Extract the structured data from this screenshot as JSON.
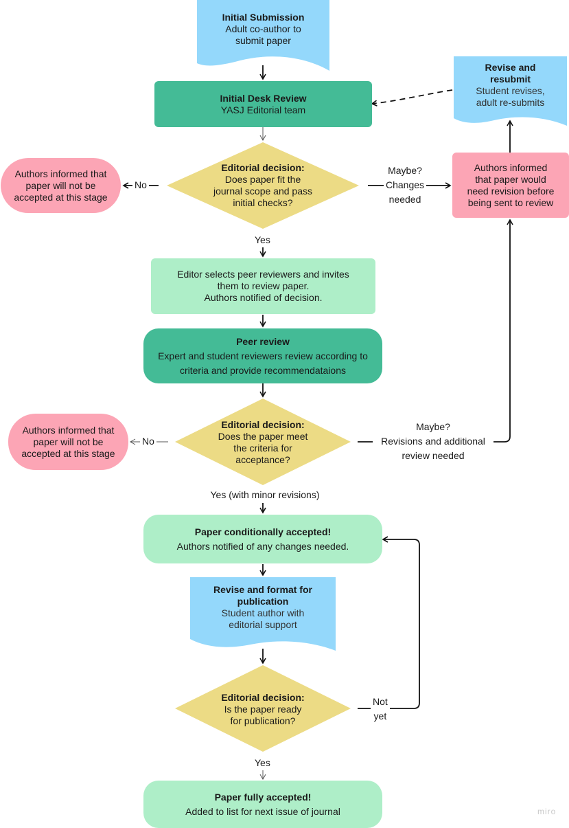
{
  "nodes": {
    "initial_submission": {
      "title": "Initial Submission",
      "lines": [
        "Adult co-author to",
        "submit paper"
      ]
    },
    "initial_desk_review": {
      "title": "Initial Desk Review",
      "subtitle": "YASJ Editorial team"
    },
    "revise_resubmit": {
      "title_lines": [
        "Revise and",
        "resubmit"
      ],
      "lines": [
        "Student revises,",
        "adult re-submits"
      ]
    },
    "decision1": {
      "title": "Editorial decision:",
      "lines": [
        "Does paper fit the",
        "journal scope and pass",
        "initial checks?"
      ]
    },
    "rejected1": {
      "lines": [
        "Authors informed that",
        "paper will not be",
        "accepted at this stage"
      ]
    },
    "revision_needed": {
      "lines": [
        "Authors informed",
        "that paper would",
        "need revision before",
        "being sent to review"
      ]
    },
    "select_reviewers": {
      "lines": [
        "Editor selects peer reviewers and invites",
        "them to review paper.",
        "Authors notified of decision."
      ]
    },
    "peer_review": {
      "title": "Peer review",
      "lines": [
        "Expert and student reviewers review according to",
        "criteria and provide recommendataions"
      ]
    },
    "decision2": {
      "title": "Editorial decision:",
      "lines": [
        "Does the paper meet",
        "the criteria for",
        "acceptance?"
      ]
    },
    "rejected2": {
      "lines": [
        "Authors informed that",
        "paper will not be",
        "accepted at this stage"
      ]
    },
    "conditional": {
      "title": "Paper conditionally accepted!",
      "subtitle": "Authors notified of any changes needed."
    },
    "format": {
      "title_lines": [
        "Revise and format for",
        "publication"
      ],
      "lines": [
        "Student author with",
        "editorial support"
      ]
    },
    "decision3": {
      "title": "Editorial decision:",
      "lines": [
        "Is the paper ready",
        "for publication?"
      ]
    },
    "accepted": {
      "title": "Paper fully accepted!",
      "subtitle": "Added to list for next issue of journal"
    }
  },
  "labels": {
    "no1": "No",
    "maybe1": [
      "Maybe?",
      "Changes",
      "needed"
    ],
    "yes1": "Yes",
    "no2": "No",
    "maybe2": [
      "Maybe?",
      "Revisions and additional",
      "review needed"
    ],
    "yes2": "Yes (with minor revisions)",
    "notyet": [
      "Not",
      "yet"
    ],
    "yes3": "Yes"
  },
  "brand": "miro",
  "colors": {
    "blue": "#94d8fb",
    "teal": "#44bb96",
    "mint": "#aeeec8",
    "yellow": "#ecdb85",
    "pink": "#fca5b5"
  }
}
